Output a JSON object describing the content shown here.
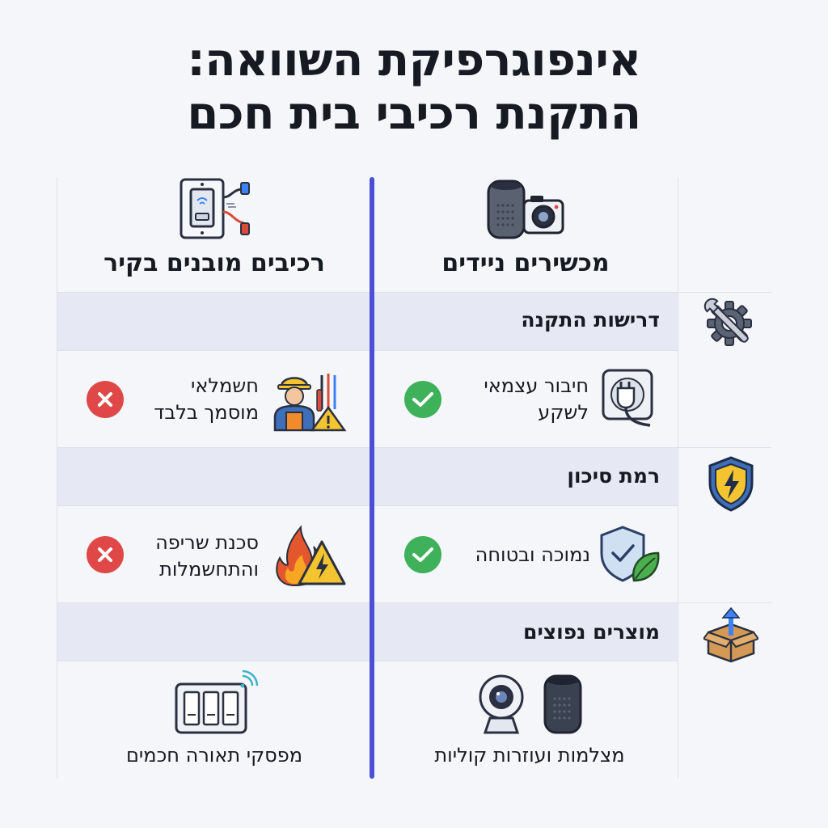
{
  "title": {
    "line1": "אינפוגרפיקת השוואה:",
    "line2": "התקנת רכיבי בית חכם"
  },
  "columns": {
    "portable": {
      "label": "מכשירים ניידים",
      "icon": "speaker-camera-icon"
    },
    "builtin": {
      "label": "רכיבים מובנים בקיר",
      "icon": "wall-switch-wiring-icon"
    }
  },
  "categories": [
    {
      "label": "דרישות התקנה",
      "icon": "gear-wrench-icon",
      "portable": {
        "lines": [
          "חיבור עצמאי",
          "לשקע"
        ],
        "icon": "power-plug-socket-icon",
        "status": "positive"
      },
      "builtin": {
        "lines": [
          "חשמלאי",
          "מוסמך בלבד"
        ],
        "icon": "electrician-icon",
        "status": "negative"
      }
    },
    {
      "label": "רמת סיכון",
      "icon": "shield-lightning-icon",
      "portable": {
        "lines": [
          "נמוכה ובטוחה"
        ],
        "icon": "shield-check-leaf-icon",
        "status": "positive"
      },
      "builtin": {
        "lines": [
          "סכנת שריפה",
          "והתחשמלות"
        ],
        "icon": "fire-warning-icon",
        "status": "negative"
      }
    },
    {
      "label": "מוצרים נפוצים",
      "icon": "box-arrow-up-icon",
      "portable": {
        "caption": "מצלמות ועוזרות קוליות",
        "icon": "camera-speaker-icon"
      },
      "builtin": {
        "caption": "מפסקי תאורה חכמים",
        "icon": "smart-light-switches-icon"
      }
    }
  ],
  "colors": {
    "divider": "#4a4fd6",
    "positive": "#3fb15a",
    "negative": "#e04848",
    "band": "#e6e9f3"
  }
}
